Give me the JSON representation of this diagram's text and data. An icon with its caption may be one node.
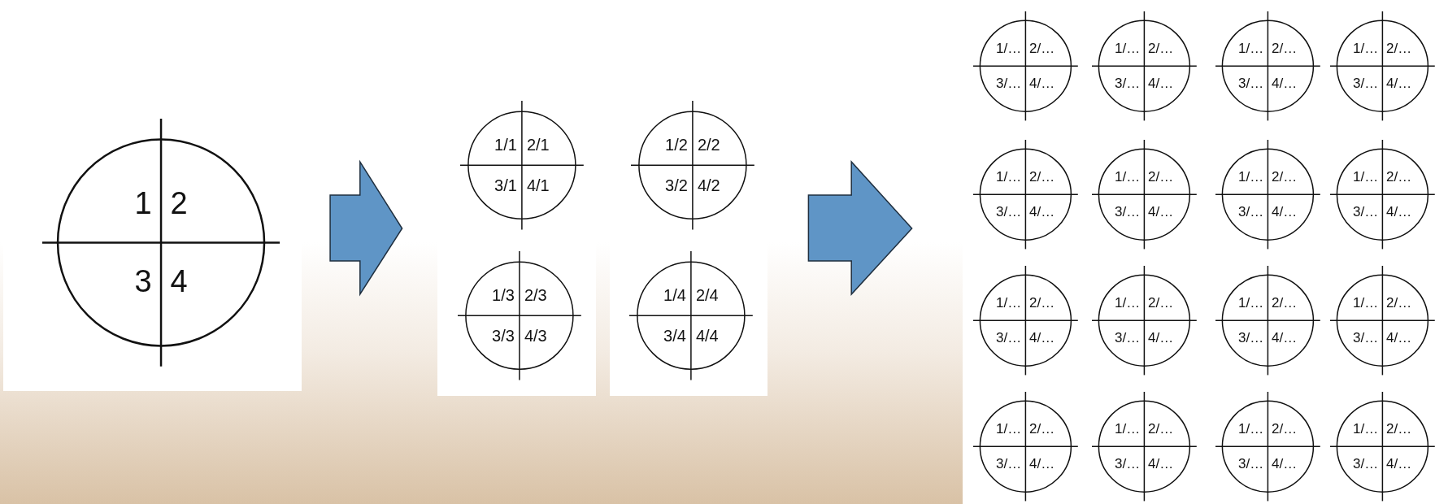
{
  "diagram": {
    "nodes": [
      {
        "text": [],
        "shape": "box"
      },
      {
        "text": [
          "1",
          "2",
          "3",
          "4"
        ],
        "in": 0
      },
      {
        "text": [],
        "shape": "box"
      },
      {
        "text": [
          "1/1",
          "2/1",
          "3/1",
          "4/1"
        ],
        "in": 2
      },
      {
        "text": [
          "1/3",
          "2/3",
          "3/3",
          "4/3"
        ],
        "in": 2
      },
      {
        "text": [],
        "shape": "box"
      },
      {
        "text": [
          "1/2",
          "2/2",
          "3/2",
          "4/2"
        ],
        "in": 5
      },
      {
        "text": [
          "1/4",
          "2/4",
          "3/4",
          "4/4"
        ],
        "in": 5
      },
      {
        "text": [],
        "shape": "box"
      },
      {
        "text": [
          "1/…",
          "2/…",
          "3/…",
          "4/…"
        ],
        "in": 8
      },
      {
        "text": [
          "1/…",
          "2/…",
          "3/…",
          "4/…"
        ],
        "in": 8
      },
      {
        "text": [
          "1/…",
          "2/…",
          "3/…",
          "4/…"
        ],
        "in": 8
      },
      {
        "text": [
          "1/…",
          "2/…",
          "3/…",
          "4/…"
        ],
        "in": 8
      },
      {
        "text": [
          "1/…",
          "2/…",
          "3/…",
          "4/…"
        ],
        "in": 8
      },
      {
        "text": [
          "1/…",
          "2/…",
          "3/…",
          "4/…"
        ],
        "in": 8
      },
      {
        "text": [
          "1/…",
          "2/…",
          "3/…",
          "4/…"
        ],
        "in": 8
      },
      {
        "text": [
          "1/…",
          "2/…",
          "3/…",
          "4/…"
        ],
        "in": 8
      },
      {
        "text": [
          "1/…",
          "2/…",
          "3/…",
          "4/…"
        ],
        "in": 8
      },
      {
        "text": [
          "1/…",
          "2/…",
          "3/…",
          "4/…"
        ],
        "in": 8
      },
      {
        "text": [
          "1/…",
          "2/…",
          "3/…",
          "4/…"
        ],
        "in": 8
      },
      {
        "text": [
          "1/…",
          "2/…",
          "3/…",
          "4/…"
        ],
        "in": 8
      },
      {
        "text": [
          "1/…",
          "2/…",
          "3/…",
          "4/…"
        ],
        "in": 8
      },
      {
        "text": [
          "1/…",
          "2/…",
          "3/…",
          "4/…"
        ],
        "in": 8
      },
      {
        "text": [
          "1/…",
          "2/…",
          "3/…",
          "4/…"
        ],
        "in": 8
      },
      {
        "text": [
          "1/…",
          "2/…",
          "3/…",
          "4/…"
        ],
        "in": 8
      }
    ],
    "edges": [
      {
        "from": 0,
        "to": 2,
        "arrow": "to"
      },
      {
        "from": 5,
        "to": 8,
        "arrow": "to"
      }
    ]
  }
}
